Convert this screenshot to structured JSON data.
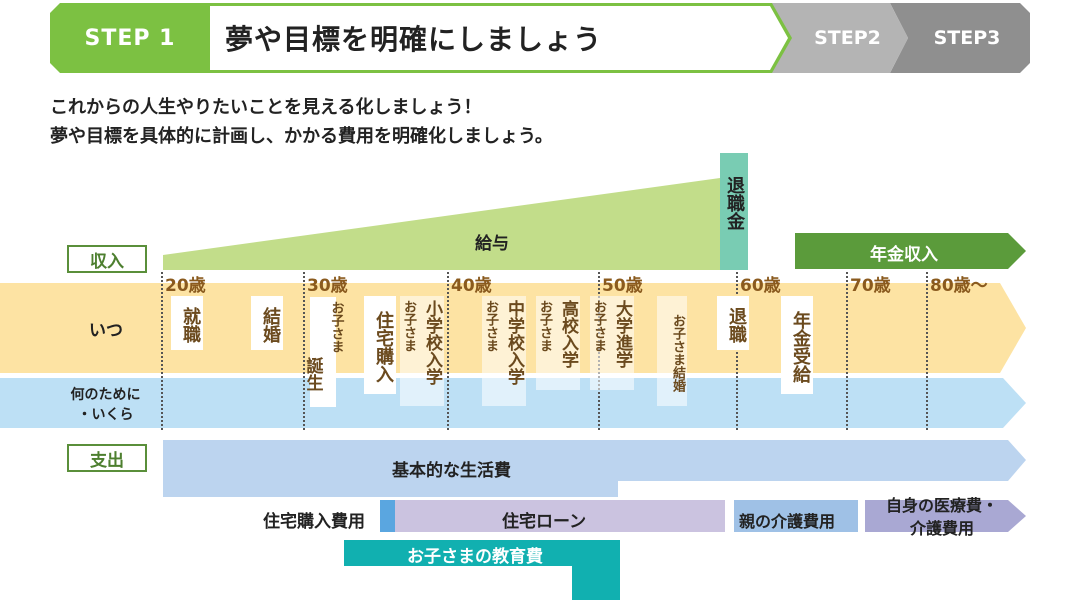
{
  "steps": {
    "current_num": "STEP 1",
    "current_title": "夢や目標を明確にしましょう",
    "next": [
      "STEP2",
      "STEP3"
    ]
  },
  "intro": {
    "line1": "これからの人生やりたいことを見える化しましょう！",
    "line2": "夢や目標を具体的に計画し、かかる費用を明確化しましょう。"
  },
  "income": {
    "label": "収入",
    "salary": "給与",
    "retirement_pay": "退職金",
    "pension": "年金収入"
  },
  "rows": {
    "when": "いつ",
    "purpose": "何のために・いくら",
    "purpose_line1": "何のために",
    "purpose_line2": "・いくら"
  },
  "ages": [
    "20歳",
    "30歳",
    "40歳",
    "50歳",
    "60歳",
    "70歳",
    "80歳〜"
  ],
  "events": {
    "job": "就職",
    "marriage": "結婚",
    "child_birth_a": "お子さま",
    "child_birth_b": "誕生",
    "house": "住宅購入",
    "elem_a": "お子さま",
    "elem_b": "小学校入学",
    "middle_a": "お子さま",
    "middle_b": "中学校入学",
    "high_a": "お子さま",
    "high_b": "高校入学",
    "univ_a": "お子さま",
    "univ_b": "大学進学",
    "child_marriage": "お子さま結婚",
    "retire": "退職",
    "pension_start": "年金受給"
  },
  "expense": {
    "label": "支出",
    "living": "基本的な生活費",
    "house_purchase": "住宅購入費用",
    "loan": "住宅ローン",
    "parent_care": "親の介護費用",
    "own_care_1": "自身の医療費・",
    "own_care_2": "介護費用",
    "education": "お子さまの教育費"
  },
  "colors": {
    "step_green": "#7cc142",
    "step_gray": "#b4b4b4",
    "salary": "#c2dd8a",
    "retirement": "#79ccb3",
    "pension": "#5b9b3b",
    "when_band": "#fde3a3",
    "purpose_band": "#bde0f5",
    "living": "#bcd4ef",
    "loan": "#cbc3e0",
    "education": "#11b0b0",
    "parent_care": "#9fc1e6",
    "own_care": "#a9a8d3"
  }
}
